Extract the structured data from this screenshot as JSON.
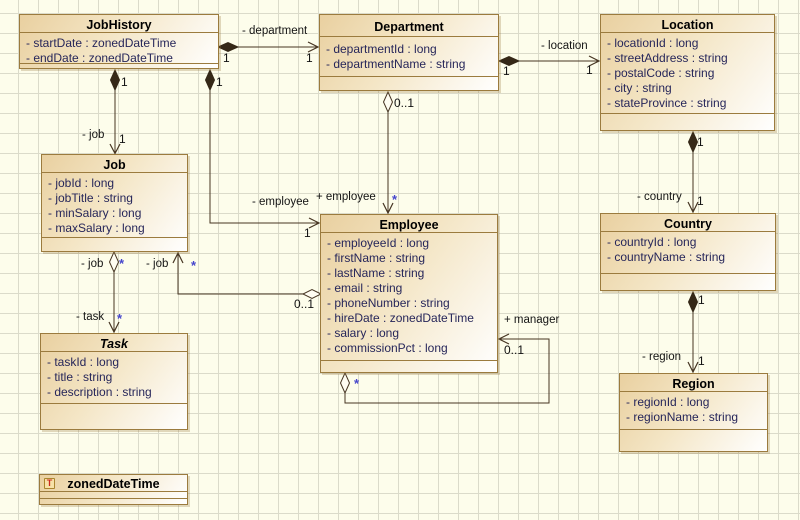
{
  "entities": {
    "jobHistory": {
      "name": "JobHistory",
      "attrs": [
        "- startDate : zonedDateTime",
        "- endDate : zonedDateTime"
      ]
    },
    "department": {
      "name": "Department",
      "attrs": [
        "- departmentId : long",
        "- departmentName : string"
      ]
    },
    "location": {
      "name": "Location",
      "attrs": [
        "- locationId : long",
        "- streetAddress : string",
        "- postalCode : string",
        "- city : string",
        "- stateProvince : string"
      ]
    },
    "job": {
      "name": "Job",
      "attrs": [
        "- jobId : long",
        "- jobTitle : string",
        "- minSalary : long",
        "- maxSalary : long"
      ]
    },
    "employee": {
      "name": "Employee",
      "attrs": [
        "- employeeId : long",
        "- firstName : string",
        "- lastName : string",
        "- email : string",
        "- phoneNumber : string",
        "- hireDate : zonedDateTime",
        "- salary : long",
        "- commissionPct : long"
      ]
    },
    "country": {
      "name": "Country",
      "attrs": [
        "- countryId : long",
        "- countryName : string"
      ]
    },
    "task": {
      "name": "Task",
      "attrs": [
        "- taskId : long",
        "- title : string",
        "- description : string"
      ]
    },
    "region": {
      "name": "Region",
      "attrs": [
        "- regionId : long",
        "- regionName : string"
      ]
    }
  },
  "data_types": {
    "zonedDateTime": {
      "name": "zonedDateTime",
      "icon_letter": "T"
    }
  },
  "relationships": {
    "jobHistory_department": {
      "label": "- department",
      "source_mult": "1",
      "target_mult": "1"
    },
    "jobHistory_job": {
      "label": "- job",
      "source_mult": "1",
      "target_mult": "1"
    },
    "jobHistory_employee": {
      "label": "- employee",
      "source_mult": "1",
      "target_mult": "1"
    },
    "department_location": {
      "label": "- location",
      "source_mult": "1",
      "target_mult": "1"
    },
    "department_employee": {
      "label": "+ employee",
      "source_mult": "0..1",
      "target_mult": "*"
    },
    "location_country": {
      "label": "- country",
      "source_mult": "1",
      "target_mult": "1"
    },
    "country_region": {
      "label": "- region",
      "source_mult": "1",
      "target_mult": "1"
    },
    "employee_job": {
      "label": "- job",
      "source_mult": "0..1",
      "target_mult": "*"
    },
    "employee_manager": {
      "label": "+ manager",
      "source_mult": "*",
      "target_mult": "0..1"
    },
    "job_task": {
      "source_label": "- job",
      "target_label": "- task",
      "source_mult": "*",
      "target_mult": "*"
    }
  },
  "colors": {
    "background": "#fdfdeb",
    "grid_line": "#dbdbca",
    "box_border": "#9b7b3e",
    "box_fill_top_left": "#e9d0a0",
    "box_fill_bottom_right": "#ffffff",
    "attribute_text": "#26265a",
    "edge_line": "#463522",
    "multiplicity_star": "#4545cc",
    "type_icon_letter": "#cc2a1e"
  }
}
